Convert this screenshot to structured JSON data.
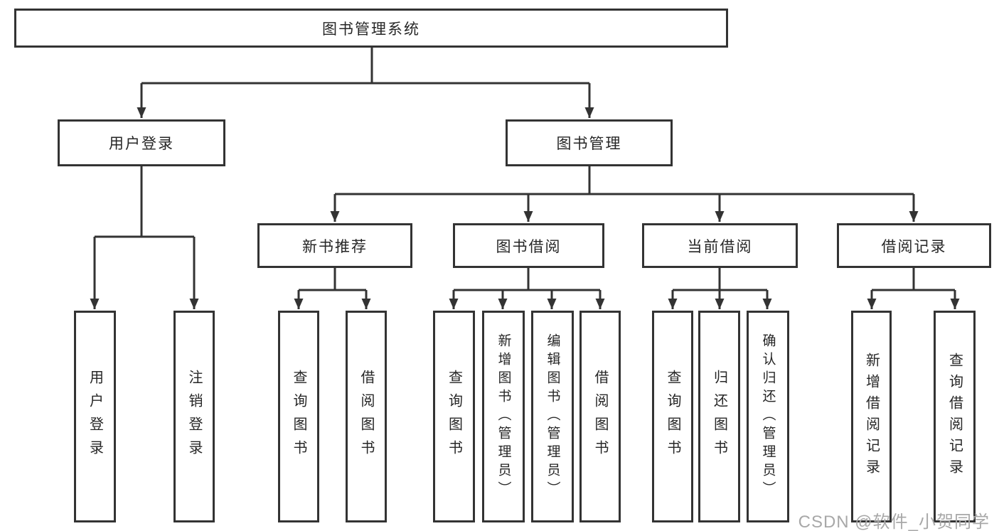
{
  "diagram": {
    "title": "图书管理系统",
    "branches": [
      {
        "label": "用户登录",
        "children": [
          {
            "label": "用户登录"
          },
          {
            "label": "注销登录"
          }
        ]
      },
      {
        "label": "图书管理",
        "children": [
          {
            "label": "新书推荐",
            "children": [
              {
                "label": "查询图书"
              },
              {
                "label": "借阅图书"
              }
            ]
          },
          {
            "label": "图书借阅",
            "children": [
              {
                "label": "查询图书"
              },
              {
                "label": "新增图书（管理员）"
              },
              {
                "label": "编辑图书（管理员）"
              },
              {
                "label": "借阅图书"
              }
            ]
          },
          {
            "label": "当前借阅",
            "children": [
              {
                "label": "查询图书"
              },
              {
                "label": "归还图书"
              },
              {
                "label": "确认归还（管理员）"
              }
            ]
          },
          {
            "label": "借阅记录",
            "children": [
              {
                "label": "新增借阅记录"
              },
              {
                "label": "查询借阅记录"
              }
            ]
          }
        ]
      }
    ]
  },
  "colors": {
    "line": "#333333",
    "box_border": "#333333",
    "box_fill": "#ffffff",
    "text": "#262626",
    "watermark": "#a8a8a8"
  },
  "watermark": {
    "text": "CSDN @软件_小贺同学"
  }
}
